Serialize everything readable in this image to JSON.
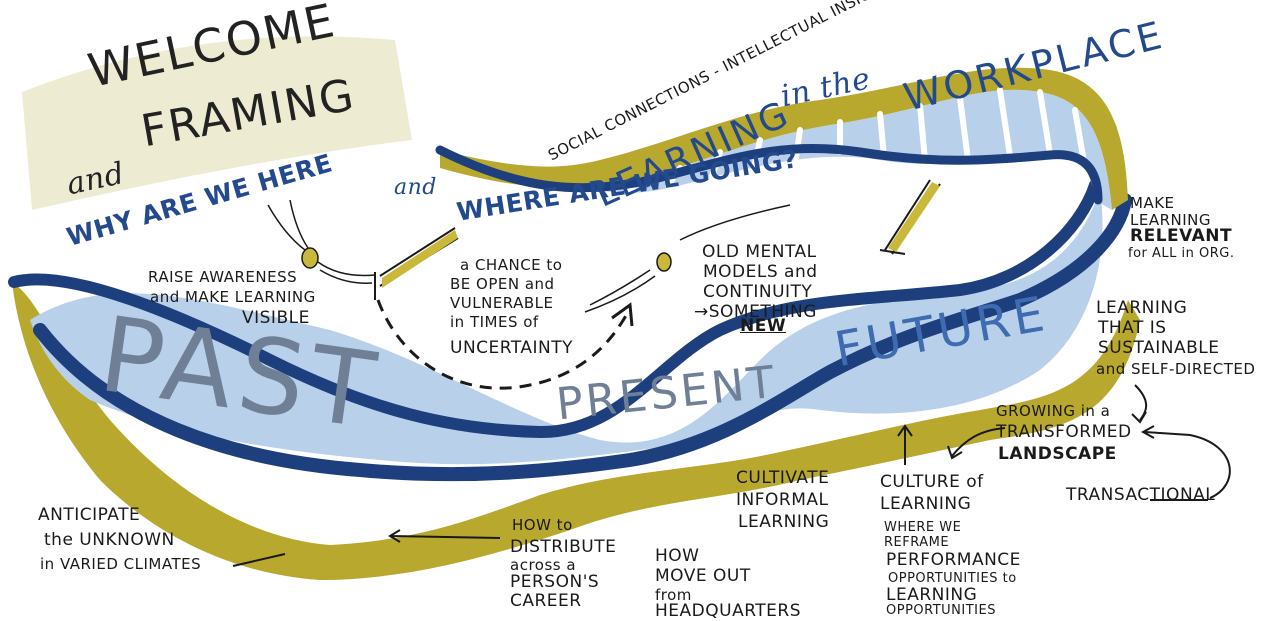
{
  "colors": {
    "navy": "#1d3f7e",
    "sky": "#b9d0ea",
    "olive": "#b8a82e",
    "cream": "#eeebd3",
    "ink": "#1a1a1a",
    "label_grey": "#6f7f96"
  },
  "title": {
    "line1": "WELCOME",
    "connector": "and",
    "line2": "FRAMING"
  },
  "question": {
    "part1": "WHY ARE WE HERE",
    "connector": "and",
    "part2": "WHERE ARE WE GOING?"
  },
  "header": {
    "topline": "SOCIAL CONNECTIONS - INTELLECTUAL INSIGHTS - PRACTICAL IMPACT",
    "main_part1": "LEARNING",
    "main_connector": "in the",
    "main_part2": "WORKPLACE"
  },
  "phases": {
    "past": "PAST",
    "present": "PRESENT",
    "future": "FUTURE"
  },
  "notes": {
    "raise": [
      "RAISE AWARENESS",
      "and MAKE LEARNING",
      "VISIBLE"
    ],
    "chance": [
      "a CHANCE to",
      "BE OPEN and",
      "VULNERABLE",
      "in TIMES of",
      "UNCERTAINTY"
    ],
    "old_models": [
      "OLD MENTAL",
      "MODELS and",
      "CONTINUITY",
      "→SOMETHING",
      "NEW"
    ],
    "make_relevant": [
      "MAKE",
      "LEARNING",
      "RELEVANT",
      "for ALL in ORG."
    ],
    "sustainable": [
      "LEARNING",
      "THAT IS",
      "SUSTAINABLE",
      "and SELF-DIRECTED"
    ],
    "growing": [
      "GROWING in a",
      "TRANSFORMED",
      "LANDSCAPE"
    ],
    "transactional": "TRANSACTIONAL",
    "anticipate": [
      "ANTICIPATE",
      "the UNKNOWN",
      "in VARIED CLIMATES"
    ],
    "distribute": [
      "HOW to",
      "DISTRIBUTE",
      "across a",
      "PERSON'S",
      "CAREER"
    ],
    "how_move": [
      "HOW",
      "MOVE OUT",
      "from",
      "HEADQUARTERS"
    ],
    "informal": [
      "CULTIVATE",
      "INFORMAL",
      "LEARNING"
    ],
    "culture": [
      "CULTURE of",
      "LEARNING",
      "WHERE WE",
      "REFRAME",
      "PERFORMANCE",
      "OPPORTUNITIES to",
      "LEARNING",
      "OPPORTUNITIES"
    ]
  }
}
